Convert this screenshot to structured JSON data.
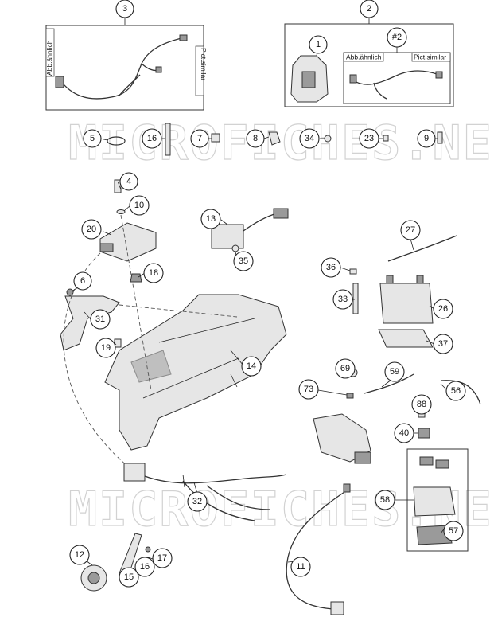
{
  "watermark": "MICROFICHES.NET",
  "image_tags": {
    "abb_aehnlich": "Abb.ähnlich",
    "pict_similar": "Pict.similar"
  },
  "callouts": {
    "c1": "1",
    "c2": "2",
    "c2b": "#2",
    "c3": "3",
    "c4": "4",
    "c5": "5",
    "c6": "6",
    "c7": "7",
    "c8": "8",
    "c9": "9",
    "c10": "10",
    "c11": "11",
    "c12": "12",
    "c13": "13",
    "c14": "14",
    "c15": "15",
    "c16a": "16",
    "c16b": "16",
    "c17": "17",
    "c18": "18",
    "c19": "19",
    "c20": "20",
    "c23": "23",
    "c26": "26",
    "c27": "27",
    "c31": "31",
    "c32": "32",
    "c33": "33",
    "c34": "34",
    "c35": "35",
    "c36": "36",
    "c37": "37",
    "c40": "40",
    "c56": "56",
    "c57": "57",
    "c58": "58",
    "c59": "59",
    "c69": "69",
    "c73": "73",
    "c88": "88"
  }
}
